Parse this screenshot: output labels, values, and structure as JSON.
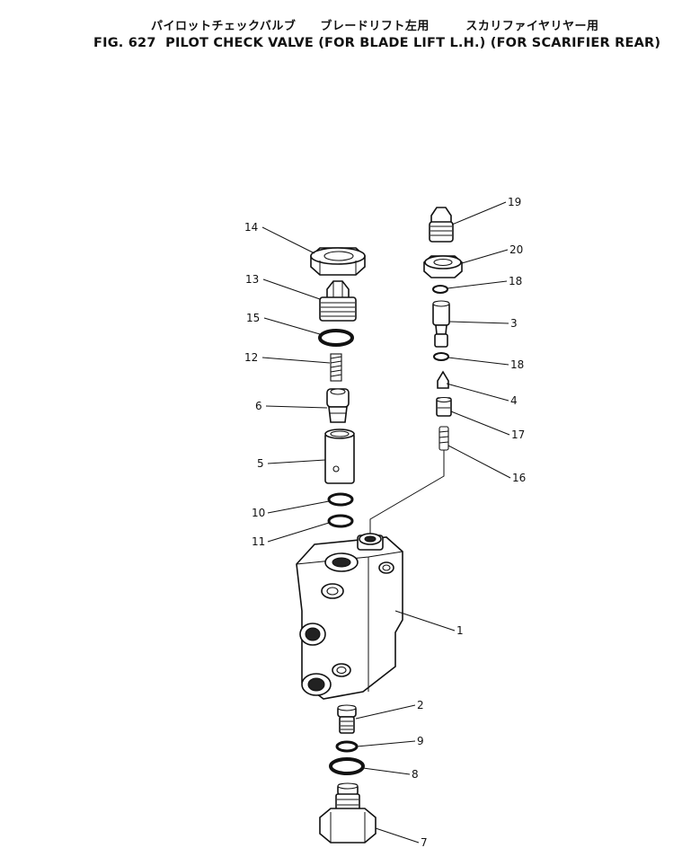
{
  "title": {
    "japanese": "パイロットチェックバルブ　　ブレードリフト左用　　　スカリファイヤリヤー用",
    "english": "FIG. 627  PILOT CHECK VALVE (FOR BLADE LIFT L.H.) (FOR SCARIFIER REAR)"
  },
  "callouts": [
    {
      "id": "c14",
      "label": "14"
    },
    {
      "id": "c13",
      "label": "13"
    },
    {
      "id": "c15",
      "label": "15"
    },
    {
      "id": "c12",
      "label": "12"
    },
    {
      "id": "c6",
      "label": "6"
    },
    {
      "id": "c5",
      "label": "5"
    },
    {
      "id": "c10",
      "label": "10"
    },
    {
      "id": "c11",
      "label": "11"
    },
    {
      "id": "c19",
      "label": "19"
    },
    {
      "id": "c20",
      "label": "20"
    },
    {
      "id": "c18a",
      "label": "18"
    },
    {
      "id": "c3",
      "label": "3"
    },
    {
      "id": "c18b",
      "label": "18"
    },
    {
      "id": "c4",
      "label": "4"
    },
    {
      "id": "c17",
      "label": "17"
    },
    {
      "id": "c16",
      "label": "16"
    },
    {
      "id": "c1",
      "label": "1"
    },
    {
      "id": "c2",
      "label": "2"
    },
    {
      "id": "c9",
      "label": "9"
    },
    {
      "id": "c8",
      "label": "8"
    },
    {
      "id": "c7",
      "label": "7"
    }
  ]
}
